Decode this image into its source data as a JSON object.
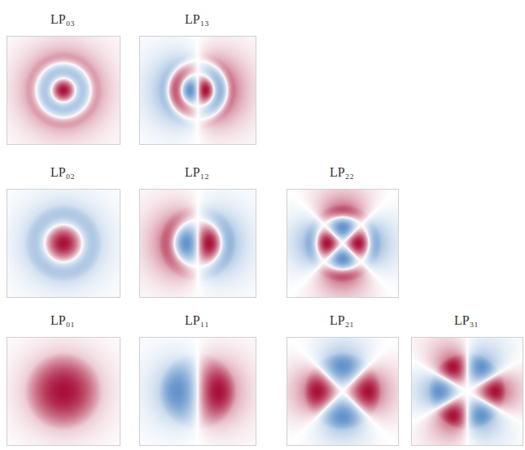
{
  "diagram": {
    "nodes": [
      {
        "text": [
          "LP₀₃"
        ]
      },
      {
        "text": [
          "LP₁₃"
        ]
      },
      {
        "text": [
          "LP₀₂"
        ]
      },
      {
        "text": [
          "LP₁₂"
        ]
      },
      {
        "text": [
          "LP₂₂"
        ]
      },
      {
        "text": [
          "LP₀₁"
        ]
      },
      {
        "text": [
          "LP₁₁"
        ]
      },
      {
        "text": [
          "LP₂₁"
        ]
      },
      {
        "text": [
          "LP₃₁"
        ]
      }
    ]
  }
}
